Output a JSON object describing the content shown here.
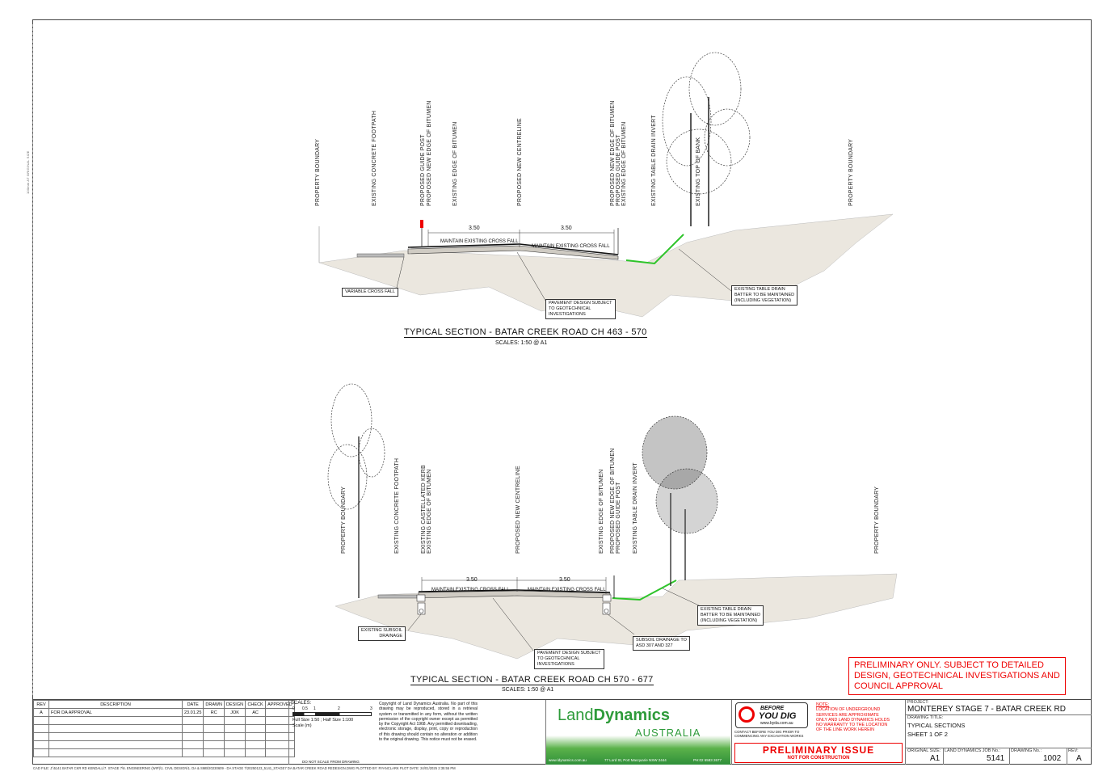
{
  "margin_note": "100mm AT ORIGINAL SIZE",
  "section1": {
    "title": "TYPICAL SECTION - BATAR CREEK ROAD CH 463 - 570",
    "scale": "SCALES: 1:50 @ A1",
    "labels": [
      "PROPERTY BOUNDARY",
      "EXISTING CONCRETE FOOTPATH",
      "PROPOSED GUIDE POST",
      "PROPOSED NEW EDGE OF BITUMEN",
      "EXISTING EDGE OF BITUMEN",
      "PROPOSED NEW CENTRELINE",
      "PROPOSED NEW EDGE OF BITUMEN",
      "PROPOSED GUIDE POST",
      "EXISTING EDGE OF BITUMEN",
      "EXISTING TABLE DRAIN INVERT",
      "EXISTING TOP OF BANK",
      "PROPERTY BOUNDARY"
    ],
    "dim_left": "3.50",
    "dim_right": "3.50",
    "fall_left": "MAINTAIN EXISTING CROSS FALL",
    "fall_right": "MAINTAIN EXISTING CROSS FALL",
    "callout_cross": "VARIABLE CROSS FALL",
    "callout_pavement": [
      "PAVEMENT DESIGN SUBJECT",
      "TO GEOTECHNICAL",
      "INVESTIGATIONS"
    ],
    "callout_drain": [
      "EXISTING TABLE DRAIN",
      "BATTER TO BE MAINTAINED",
      "(INCLUDING VEGETATION)"
    ]
  },
  "section2": {
    "title": "TYPICAL SECTION - BATAR CREEK ROAD CH 570 - 677",
    "scale": "SCALES: 1:50 @ A1",
    "labels": [
      "PROPERTY BOUNDARY",
      "EXISTING CONCRETE FOOTPATH",
      "EXISTING CASTELLATED KERB",
      "EXISTING EDGE OF BITUMEN",
      "PROPOSED NEW CENTRELINE",
      "EXISTING EDGE OF BITUMEN",
      "PROPOSED NEW EDGE OF BITUMEN",
      "PROPOSED GUIDE POST",
      "EXISTING TABLE DRAIN INVERT",
      "PROPERTY BOUNDARY"
    ],
    "dim_left": "3.50",
    "dim_right": "3.50",
    "fall_left": "MAINTAIN EXISTING CROSS FALL",
    "fall_right": "MAINTAIN EXISTING CROSS FALL",
    "callout_subsoil": [
      "EXISTING SUBSOIL",
      "DRAINAGE"
    ],
    "callout_pavement": [
      "PAVEMENT DESIGN SUBJECT",
      "TO GEOTECHNICAL",
      "INVESTIGATIONS"
    ],
    "callout_subsoil2": [
      "SUBSOIL DRAINAGE TO",
      "ASD 307 AND 327"
    ],
    "callout_drain": [
      "EXISTING TABLE DRAIN",
      "BATTER TO BE MAINTAINED",
      "(INCLUDING VEGETATION)"
    ]
  },
  "prelim_note": [
    "PRELIMINARY ONLY. SUBJECT TO DETAILED",
    "DESIGN, GEOTECHNICAL INVESTIGATIONS AND",
    "COUNCIL APPROVAL"
  ],
  "titleblock": {
    "rev_headers": [
      "REV",
      "DESCRIPTION",
      "DATE",
      "DRAWN",
      "DESIGN",
      "CHECK",
      "APPROVED"
    ],
    "rev_row": [
      "A",
      "FOR DA APPROVAL",
      "23.01.25",
      "RC",
      "JOK",
      "AC",
      ""
    ],
    "scales_label": "SCALES:",
    "scale_ticks": [
      "0",
      "0.5",
      "1",
      "2",
      "3"
    ],
    "scale_text": "Full Size 1:50 ; Half Size 1:100",
    "scale_unit": "Scale (m)",
    "do_not_scale": "DO NOT SCALE FROM DRAWING",
    "copyright": "Copyright of Land Dynamics Australia. No part of this drawing may be reproduced, stored in a retrieval system or transmitted in any form, without the written permission of the copyright owner except as permitted by the Copyright Act 1968. Any permitted downloading, electronic storage, display, print, copy or reproduction of this drawing should contain no alteration or addition to the original drawing. This notice must not be erased.",
    "logo_land": "Land",
    "logo_dynamics": "Dynamics",
    "logo_australia": "AUSTRALIA",
    "website": "www.ldynamics.com.au",
    "address": "77 Lord St, Port Macquarie NSW 2444",
    "phone": "PH:02 6583 2677",
    "byd_before": "BEFORE",
    "byd_you": "YOU DIG",
    "byd_url": "www.byda.com.au",
    "byd_contact": "CONTACT BEFORE YOU DIG PRIOR TO COMMENCING ANY EXCAVATION WORKS",
    "note_label": "NOTE:",
    "note_text": [
      "LOCATION OF UNDERGROUND",
      "SERVICES ARE APPROXIMATE",
      "ONLY AND LAND DYNAMICS HOLDS",
      "NO WARRANTY TO THE LOCATION",
      "OF THE LINE WORK HEREIN"
    ],
    "prelim_issue": "PRELIMINARY ISSUE",
    "not_for_construction": "NOT FOR CONSTRUCTION",
    "project_label": "PROJECT:",
    "project": "MONTEREY STAGE 7 - BATAR CREEK RD",
    "drawing_title_label": "DRAWING TITLE:",
    "drawing_title": "TYPICAL SECTIONS",
    "sheet": "SHEET 1 OF 2",
    "orig_size_label": "ORIGINAL SIZE:",
    "orig_size": "A1",
    "job_label": "LAND DYNAMICS JOB No.:",
    "job": "5141",
    "drawing_no_label": "DRAWING No.:",
    "drawing_no": "1002",
    "rev_label": "REV:",
    "rev": "A"
  },
  "cad_file": "CAD FILE: J:\\5141 BATAR CKR RD KENDALL\\7. STAGE 7\\6. ENGINEERING (WIP)\\1. CIVIL DESIGN\\1. DA & SMB\\20230609 - DA STAGE 7\\20250123_5141_STAGE7 DA BATAR CREEK ROAD REDESIGN.DWG PLOTTED BY: RYANCLARK  PLOT DATE: 24/01/2025 2:35:55 PM",
  "colors": {
    "green": "#2ec42a",
    "red": "#e00000",
    "ground": "#ebe7df"
  }
}
